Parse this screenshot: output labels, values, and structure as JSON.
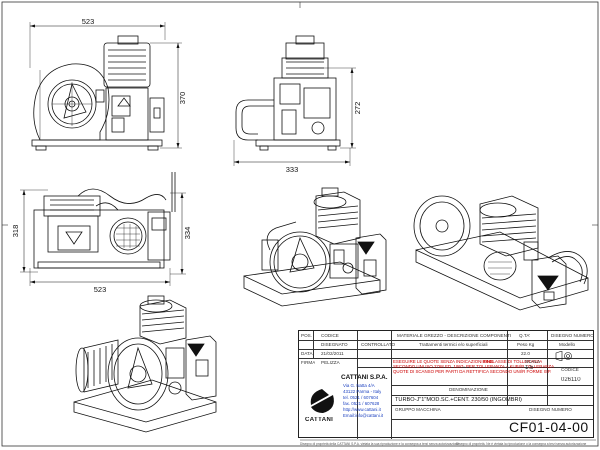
{
  "dimensions": {
    "front_width": "523",
    "front_height": "370",
    "side_height": "272",
    "side_depth": "333",
    "top_width": "523",
    "top_depth_left": "318",
    "top_depth_right": "334"
  },
  "title_block": {
    "headers": {
      "pos": "POS.",
      "codice": "CODICE",
      "materiale": "MATERIALE GREZZO - DESCRIZIONE COMPONENTI",
      "qta": "Q.TA'",
      "disegno_numero": "DISEGNO NUMERO"
    },
    "row2": {
      "disegnato": "DISEGNATO",
      "controllato": "CONTROLLATO",
      "trattamenti": "Trattamenti termici e/o superficiali",
      "peso": "Peso Kg",
      "modello": "Modello"
    },
    "row3": {
      "data_label": "DATA",
      "data_value": "21/02/2011",
      "peso_value": "22.0"
    },
    "firma_label": "FIRMA",
    "firma_value": "PELIZZA",
    "tolerance_note_1": "ESEGUIRE LE QUOTE SENZA INDICAZIONI DI CLASSE DI TOLLERANZA",
    "tolerance_note_2": "SECONDO UNI ISO 2768 ED. 1997- PER TOLLERANZA = KUBI/R TOLLERANZA",
    "tolerance_note_3": "QUOTE DI SCANSO PER PARTI DA RETTIFICA SECONDO UNI/R FORME ISP.",
    "tolerance_class": "FINE",
    "scala_label": "SCALA",
    "scala_value": "1:5",
    "codice_label": "CODICE",
    "codice_value": "026110",
    "company": "CATTANI S.P.A.",
    "logo_text": "CATTANI",
    "address": [
      "Via G. Natta 4/A",
      "43122 Parma - Italy",
      "tel. 0521 / 607604",
      "fax. 0521 / 607628",
      "http://www.cattani.it",
      "Email:info@cattani.it"
    ],
    "denominazione_label": "DENOMINAZIONE",
    "denominazione_value": "TURBO-J\"1\"MOD.SC.+CENT. 230/50 (INGOMBRI)",
    "gruppo_label": "GRUPPO MACCHINA",
    "disegno_numero_label": "DISEGNO NUMERO",
    "disegno_numero_value": "CF01-04-00"
  },
  "footer_notes": {
    "left": "Disegno di proprietà della CATTANI S.P.A. vietata la sua riproduzione e la consegna a terzi senza autorizzazione",
    "right": "Disegno di proprietà. Ne è vietata la riproduzione o la consegna a terzi senza autorizzazione"
  }
}
